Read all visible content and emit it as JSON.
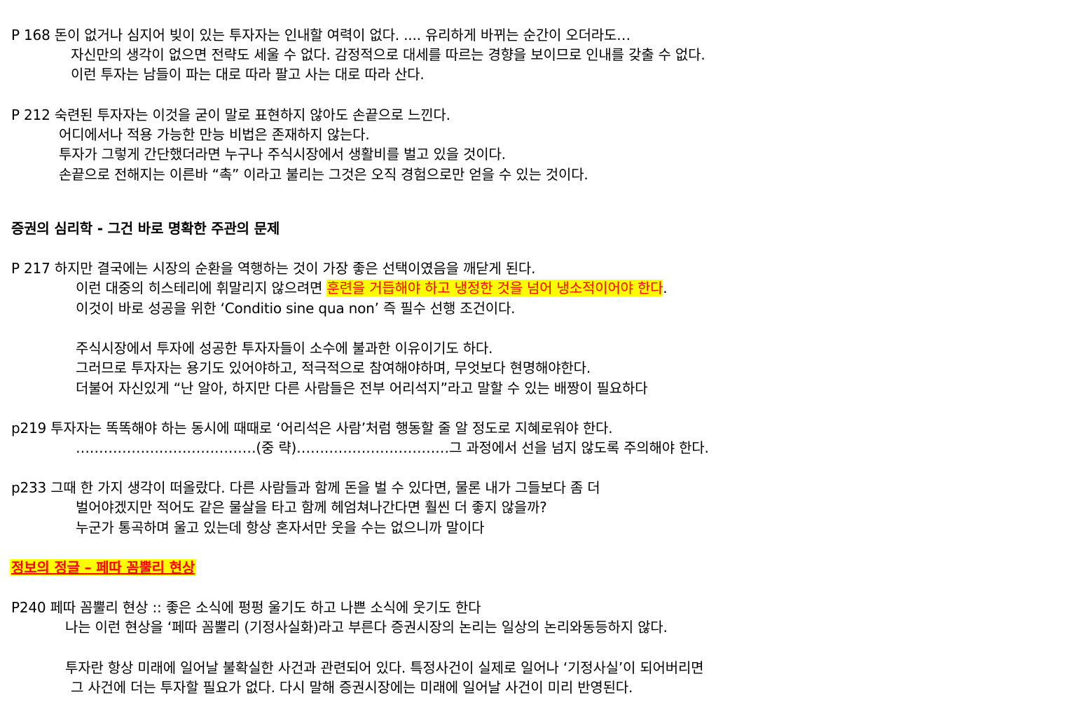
{
  "p168": {
    "l1": "P 168 돈이 없거나 심지어 빚이 있는 투자자는 인내할 여력이 없다. .... 유리하게 바뀌는 순간이 오더라도…",
    "l2": "자신만의 생각이 없으면 전략도 세울 수 없다. 감정적으로 대세를 따르는 경향을 보이므로 인내를 갖출 수 없다.",
    "l3": "이런 투자는 남들이 파는 대로 따라 팔고 사는 대로 따라 산다."
  },
  "p212": {
    "l1": "P 212 숙련된 투자자는 이것을 굳이 말로 표현하지 않아도 손끝으로 느낀다.",
    "l2": "어디에서나 적용 가능한 만능 비법은 존재하지 않는다.",
    "l3": "투자가 그렇게 간단했더라면 누구나 주식시장에서 생활비를 벌고 있을 것이다.",
    "l4": "손끝으로 전해지는 이른바 “촉” 이라고 불리는 그것은 오직 경험으로만 얻을 수 있는 것이다."
  },
  "section1_heading": "증권의 심리학 - 그건 바로 명확한 주관의 문제",
  "p217": {
    "l1": "P 217  하지만 결국에는 시장의 순환을 역행하는 것이 가장 좋은 선택이였음을 깨닫게 된다.",
    "l2_pre": "이런 대중의 히스테리에 휘말리지 않으려면 ",
    "l2_highlight": "훈련을 거듭해야 하고 냉정한 것을 넘어 냉소적이어야 한다",
    "l2_post": ".",
    "l3": "이것이 바로 성공을 위한 ‘Conditio sine qua non’ 즉 필수 선행 조건이다.",
    "l4": "주식시장에서 투자에 성공한 투자자들이 소수에 불과한 이유이기도 하다.",
    "l5": "그러므로 투자자는 용기도 있어야하고, 적극적으로 참여해야하며, 무엇보다 현명해야한다.",
    "l6": "더불어 자신있게 “난 알아, 하지만 다른 사람들은 전부 어리석지”라고 말할 수 있는 배짱이  필요하다"
  },
  "p219": {
    "l1": "p219 투자자는 똑똑해야 하는 동시에 때때로 ‘어리석은 사람’처럼 행동할 줄 알 정도로  지혜로워야 한다.",
    "l2": "…………………………………(중   략)……………………………그  과정에서 선을 넘지 않도록 주의해야 한다."
  },
  "p233": {
    "l1": "p233 그때 한 가지 생각이 떠올랐다.   다른 사람들과 함께 돈을 벌 수 있다면, 물론 내가 그들보다 좀 더",
    "l2": "벌어야겠지만 적어도 같은 물살을 타고 함께 헤엄쳐나간다면 훨씬 더 좋지 않을까?",
    "l3": "누군가 통곡하며 울고 있는데 항상 혼자서만 웃을 수는 없으니까 말이다"
  },
  "section2_heading": "정보의 정글 – 페따 꼼뿔리 현상",
  "p240": {
    "l1": "P240  페따 꼼뿔리 현상 :: 좋은 소식에 펑펑 울기도 하고 나쁜 소식에 웃기도 한다",
    "l2": "나는 이런 현상을 ‘페따 꼼뿔리 (기정사실화)라고 부른다  증권시장의 논리는  일상의 논리와동등하지 않다.",
    "l3": "투자란 항상 미래에 일어날 불확실한 사건과 관련되어 있다. 특정사건이 실제로 일어나 ‘기정사실’이 되어버리면",
    "l4": "그 사건에 더는 투자할 필요가 없다. 다시 말해 증권시장에는 미래에 일어날 사건이 미리 반영된다."
  },
  "colors": {
    "highlight": "#ffff00",
    "emphasis_text": "#ff0000"
  }
}
